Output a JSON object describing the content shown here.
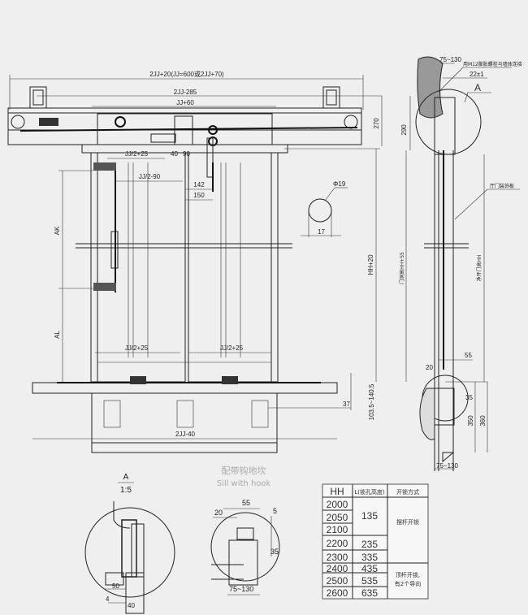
{
  "front_view": {
    "dims": {
      "overall_width": "2JJ+20(JJ=600或2JJ+70)",
      "hanger_span": "2JJ-285",
      "track_span": "JJ+60",
      "header_height": "270",
      "half_plus_25_top": "JJ/2+25",
      "gap_40": "40",
      "gap_90": "90",
      "half_minus_90": "JJ/2-90",
      "d142": "142",
      "d150": "150",
      "hole_dia": "Φ19",
      "hole_width": "17",
      "ak": "AK",
      "al": "AL",
      "total_height": "HH+20",
      "left_panel": "JJ/2+25",
      "right_panel": "JJ/2+25",
      "sill_width": "2JJ-40",
      "d37": "37",
      "sill_range": "103.5~140.5"
    }
  },
  "side_view": {
    "dims": {
      "top_gap": "75~130",
      "anchor_note": "用M12膨胀螺栓与墙体连接",
      "d22": "22±1",
      "section_mark": "A",
      "d290": "290",
      "door_panel_label": "厅门装饰板",
      "opening_height": "门洞高HH+55",
      "clear_height": "净开门高HH",
      "d55": "55",
      "d20": "20",
      "d35": "35",
      "d350": "350",
      "d360": "360",
      "bottom_gap": "75~130"
    }
  },
  "sill_caption": {
    "cn": "配带钩地坎",
    "en": "Sill with hook"
  },
  "detail_a": {
    "mark": "A",
    "scale": "1:5",
    "d50": "50",
    "d4": "4",
    "d40": "40"
  },
  "sill_detail": {
    "d55": "55",
    "d20": "20",
    "d5": "5",
    "d35": "35",
    "d75_130": "75~130"
  },
  "table": {
    "headers": [
      "HH",
      "L(锁孔高度)",
      "开锁方式"
    ],
    "hh": [
      "2000",
      "2050",
      "2100",
      "2200",
      "2300",
      "2400",
      "2500",
      "2600"
    ],
    "l_values": [
      "135",
      "235",
      "335",
      "435",
      "535",
      "635"
    ],
    "unlock_1": "摆杆开锁",
    "unlock_2a": "顶杆开锁,",
    "unlock_2b": "有2个导向"
  }
}
